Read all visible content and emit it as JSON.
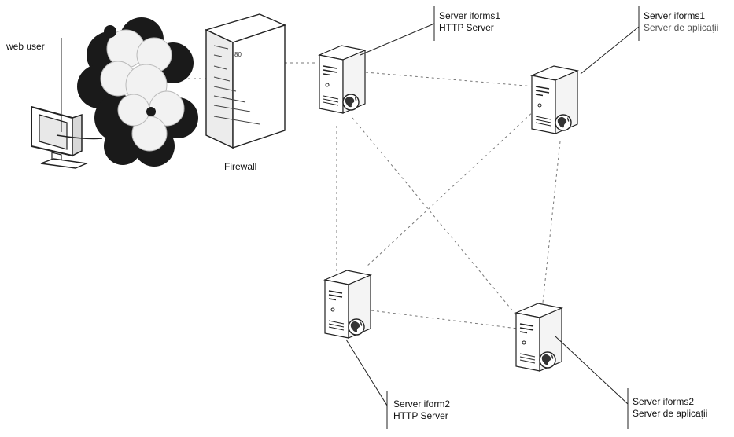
{
  "labels": {
    "web_user": "web user",
    "firewall": "Firewall",
    "firewall_port": "80",
    "http_server_1": {
      "line1": "Server iforms1",
      "line2": "HTTP Server"
    },
    "app_server_1": {
      "line1": "Server iforms1",
      "line2": "Server de aplicaţii"
    },
    "http_server_2": {
      "line1": "Server iform2",
      "line2": "HTTP Server"
    },
    "app_server_2": {
      "line1": "Server iforms2",
      "line2": "Server de aplicaţii"
    }
  },
  "colors": {
    "line": "#222222",
    "dashed": "#777777",
    "cloud_dark": "#1a1a1a",
    "cloud_light": "#f2f2f2",
    "server_face": "#ffffff",
    "globe": "#333333"
  },
  "icons": {
    "computer": "monitor-icon",
    "cloud": "internet-cloud-icon",
    "firewall": "firewall-icon",
    "server": "server-icon"
  }
}
